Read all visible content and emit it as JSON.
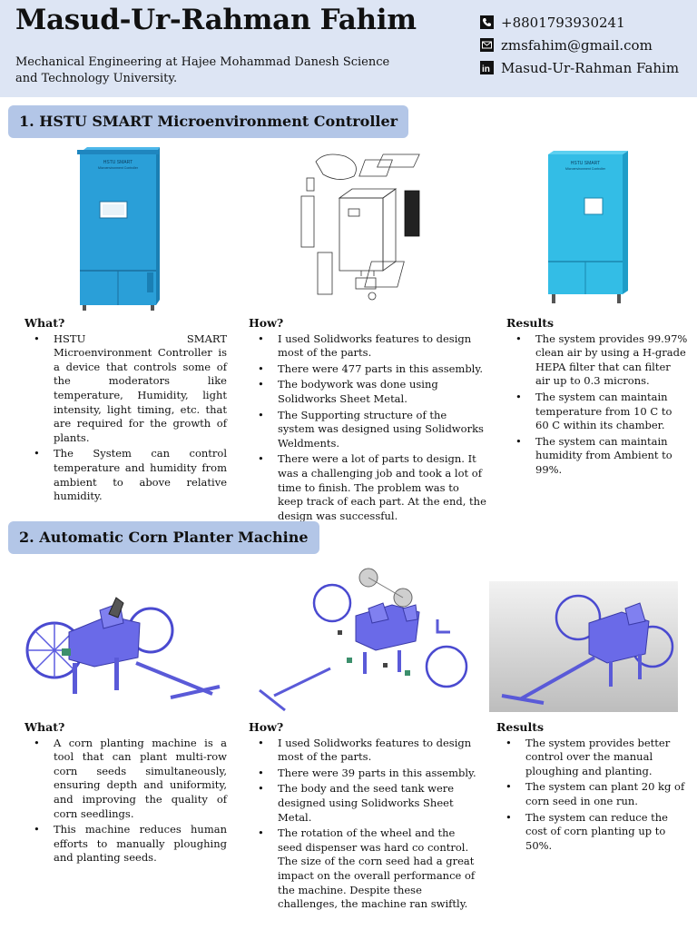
{
  "header": {
    "name": "Masud-Ur-Rahman Fahim",
    "affiliation": "Mechanical Engineering at Hajee Mohammad Danesh Science and Technology University.",
    "phone": "+8801793930241",
    "email": "zmsfahim@gmail.com",
    "linkedin": "Masud-Ur-Rahman Fahim",
    "linkedin_icon_text": "in"
  },
  "project1": {
    "title": "1. HSTU SMART Microenvironment Controller",
    "device_label": "HSTU SMART",
    "device_sublabel": "Microenvironment Controller",
    "what_heading": "What?",
    "what_items": [
      "HSTU SMART Microenvironment Controller is a device that controls some of the moderators like temperature, Humidity, light intensity, light timing, etc. that are required for the growth of plants.",
      "The System can control temperature and humidity from ambient to above relative humidity."
    ],
    "how_heading": "How?",
    "how_items": [
      "I used Solidworks features to design most of the parts.",
      "There were 477 parts in this assembly.",
      "The bodywork was done using Solidworks Sheet Metal.",
      "The Supporting structure of the system was designed using Solidworks Weldments.",
      "There were a lot of parts to design. It was a challenging job and took a lot of time to finish. The problem was to keep track of each part. At the end, the design was successful."
    ],
    "results_heading": "Results",
    "results_items": [
      "The system provides 99.97% clean air by using a H-grade HEPA filter that can filter air up to 0.3 microns.",
      "The system can maintain temperature from 10 C to 60 C within its chamber.",
      "The system can maintain humidity from Ambient to 99%."
    ]
  },
  "project2": {
    "title": "2. Automatic Corn Planter Machine",
    "what_heading": "What?",
    "what_items": [
      "A corn planting machine is a tool that can plant multi-row corn seeds simultaneously, ensuring depth and uniformity, and improving the quality of corn seedlings.",
      "This machine reduces human efforts to manually ploughing and planting seeds."
    ],
    "how_heading": "How?",
    "how_items": [
      "I used Solidworks features to design most of the parts.",
      "There were 39 parts in this assembly.",
      "The body and the seed tank were designed using Solidworks Sheet Metal.",
      "The rotation of the wheel and the seed dispenser was hard co control. The size of the corn seed had a great impact on the overall performance of the machine. Despite these challenges, the machine ran swiftly."
    ],
    "results_heading": "Results",
    "results_items": [
      "The system provides better control over the manual ploughing and planting.",
      "The system can plant 20 kg of corn seed in one run.",
      "The system can reduce the cost of corn planting up to 50%."
    ]
  },
  "colors": {
    "header_bg": "#dde5f4",
    "section_bg": "#b3c6e7",
    "cabinet_blue": "#2a9fd8",
    "cabinet_cyan": "#33bde6",
    "machine_purple": "#6a6ae8"
  }
}
